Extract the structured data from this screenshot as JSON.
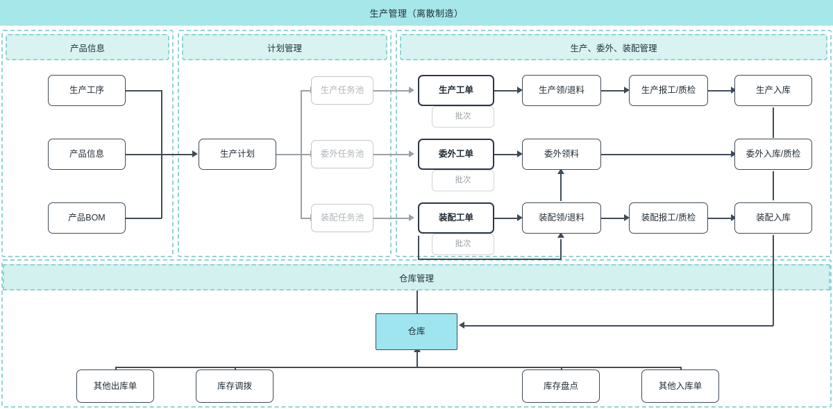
{
  "header": {
    "title": "生产管理（离散制造）"
  },
  "lanes": [
    {
      "id": "product-info",
      "label": "产品信息"
    },
    {
      "id": "plan-mgmt",
      "label": "计划管理"
    },
    {
      "id": "prod-out-asm",
      "label": "生产、委外、装配管理"
    },
    {
      "id": "warehouse-mgmt",
      "label": "仓库管理"
    }
  ],
  "nodes": {
    "process": "生产工序",
    "product_info": "产品信息",
    "product_bom": "产品BOM",
    "prod_plan": "生产计划",
    "pool_prod": "生产任务池",
    "pool_out": "委外任务池",
    "pool_asm": "装配任务池",
    "wo_prod": "生产工单",
    "wo_out": "委外工单",
    "wo_asm": "装配工单",
    "batch_prod": "批次",
    "batch_out": "批次",
    "batch_asm": "批次",
    "pick_prod": "生产领/退料",
    "pick_out": "委外领料",
    "pick_asm": "装配领/退料",
    "report_prod": "生产报工/质检",
    "report_asm": "装配报工/质检",
    "in_prod": "生产入库",
    "in_out": "委外入库/质检",
    "in_asm": "装配入库",
    "warehouse": "仓库",
    "other_out": "其他出库单",
    "stock_transfer": "库存调拨",
    "stock_count": "库存盘点",
    "other_in": "其他入库单"
  },
  "colors": {
    "title_band": "#a6e7e9",
    "lane_head": "#d8f3f1",
    "lane_border": "#8fd3d6",
    "node_border": "#3c4858",
    "ghost": "#c2c6c9",
    "warehouse": "#9fe5f0"
  }
}
